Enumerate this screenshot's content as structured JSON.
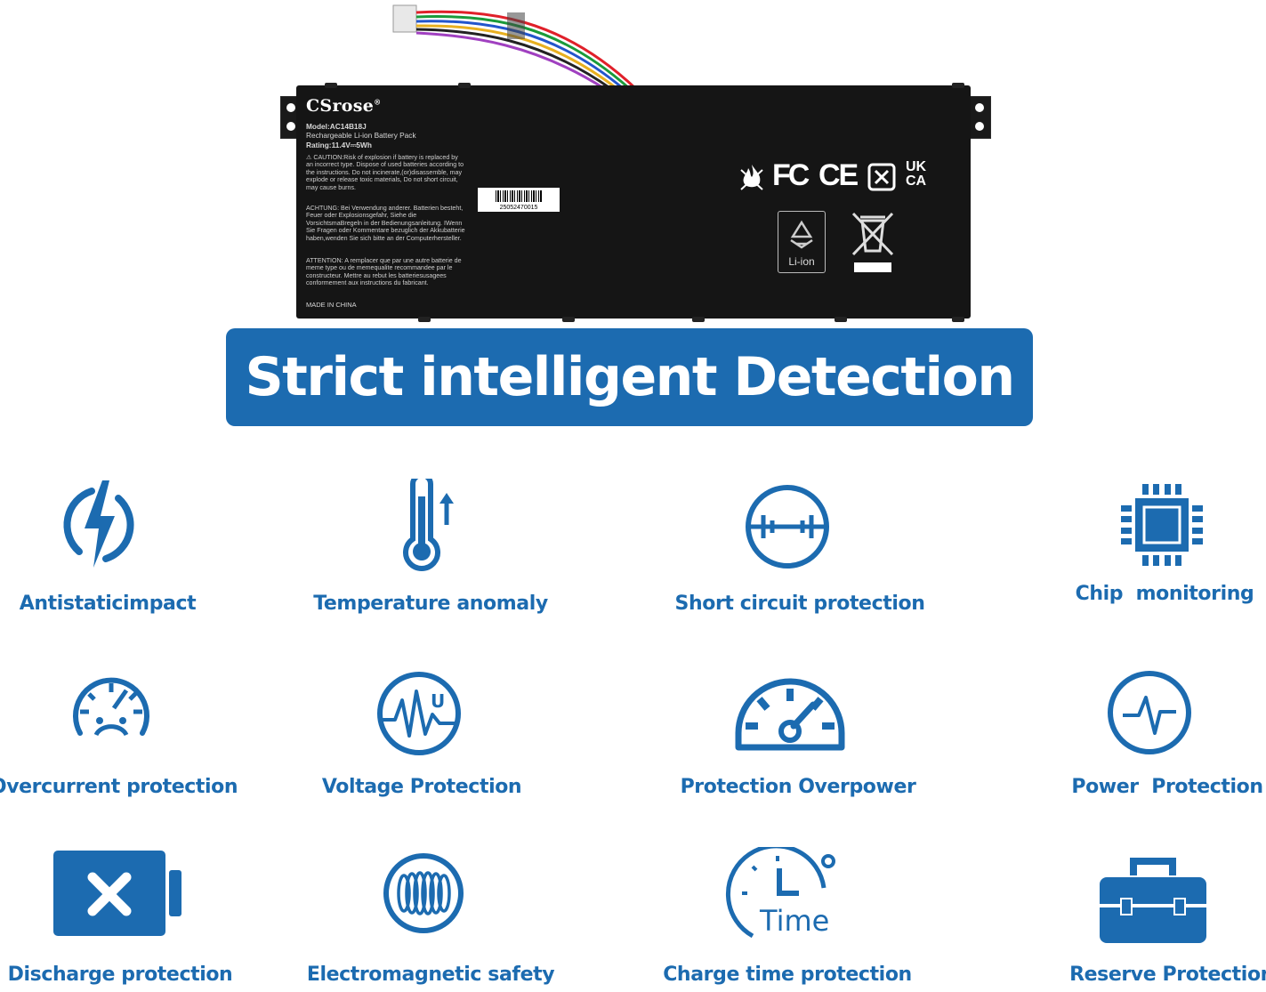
{
  "battery": {
    "brand": "CSrose",
    "model": "Model:AC14B18J",
    "type": "Rechargeable Li-ion Battery Pack",
    "rating": "Rating:11.4V⎓5Wh",
    "caution": "⚠ CAUTION:Risk of explosion if battery is replaced by an incorrect type. Dispose of used batteries according to the instructions. Do not incinerate,(or)disassemble, may explode or release toxic materials, Do not short circuit, may cause burns.",
    "achtung": "ACHTUNG: Bei Verwendung anderer. Batterien besteht, Feuer oder Explosionsgefahr, Siehe die VorsichtsmaBregeln in der Bedienungsanleitung. IWenn Sie Fragen oder Kommentare bezuglich der Akkubatterie haben,wenden Sie sich bitte an der Computerhersteller.",
    "attention": "ATTENTION: A remplacer que par une autre batterie de meme type ou de memequalite recommandee par le constructeur. Mettre au rebut les batteriesusagees conformement aux instructions du fabricant.",
    "made_in": "MADE IN CHINA",
    "barcode_number": "25052470015",
    "marks": [
      "FC",
      "CE",
      "UK",
      "CA"
    ],
    "recycle_label": "Li-ion",
    "icons": [
      "flame-icon",
      "fcc-mark-icon",
      "ce-mark-icon",
      "recycle-icon",
      "weee-bin-icon"
    ]
  },
  "banner": {
    "title": "Strict intelligent Detection"
  },
  "features": [
    {
      "label": "Antistaticimpact",
      "icon": "lightning-icon"
    },
    {
      "label": "Temperature anomaly",
      "icon": "thermometer-icon"
    },
    {
      "label": "Short circuit protection",
      "icon": "short-circuit-icon"
    },
    {
      "label": "Chip  monitoring",
      "icon": "chip-icon"
    },
    {
      "label": "Overcurrent protection",
      "icon": "sad-gauge-icon"
    },
    {
      "label": "Voltage Protection",
      "icon": "voltage-icon"
    },
    {
      "label": "Protection Overpower",
      "icon": "speedometer-icon"
    },
    {
      "label": "Power  Protection",
      "icon": "pulse-icon"
    },
    {
      "label": "Discharge protection",
      "icon": "battery-x-icon"
    },
    {
      "label": "Electromagnetic safety",
      "icon": "coil-icon"
    },
    {
      "label": "Charge time protection",
      "icon": "clock-icon"
    },
    {
      "label": "Reserve Protection",
      "icon": "toolbox-icon"
    }
  ],
  "clock_text": "Time",
  "voltage_letter": "U",
  "colors": {
    "accent": "#1c6bb0",
    "battery": "#151515"
  }
}
